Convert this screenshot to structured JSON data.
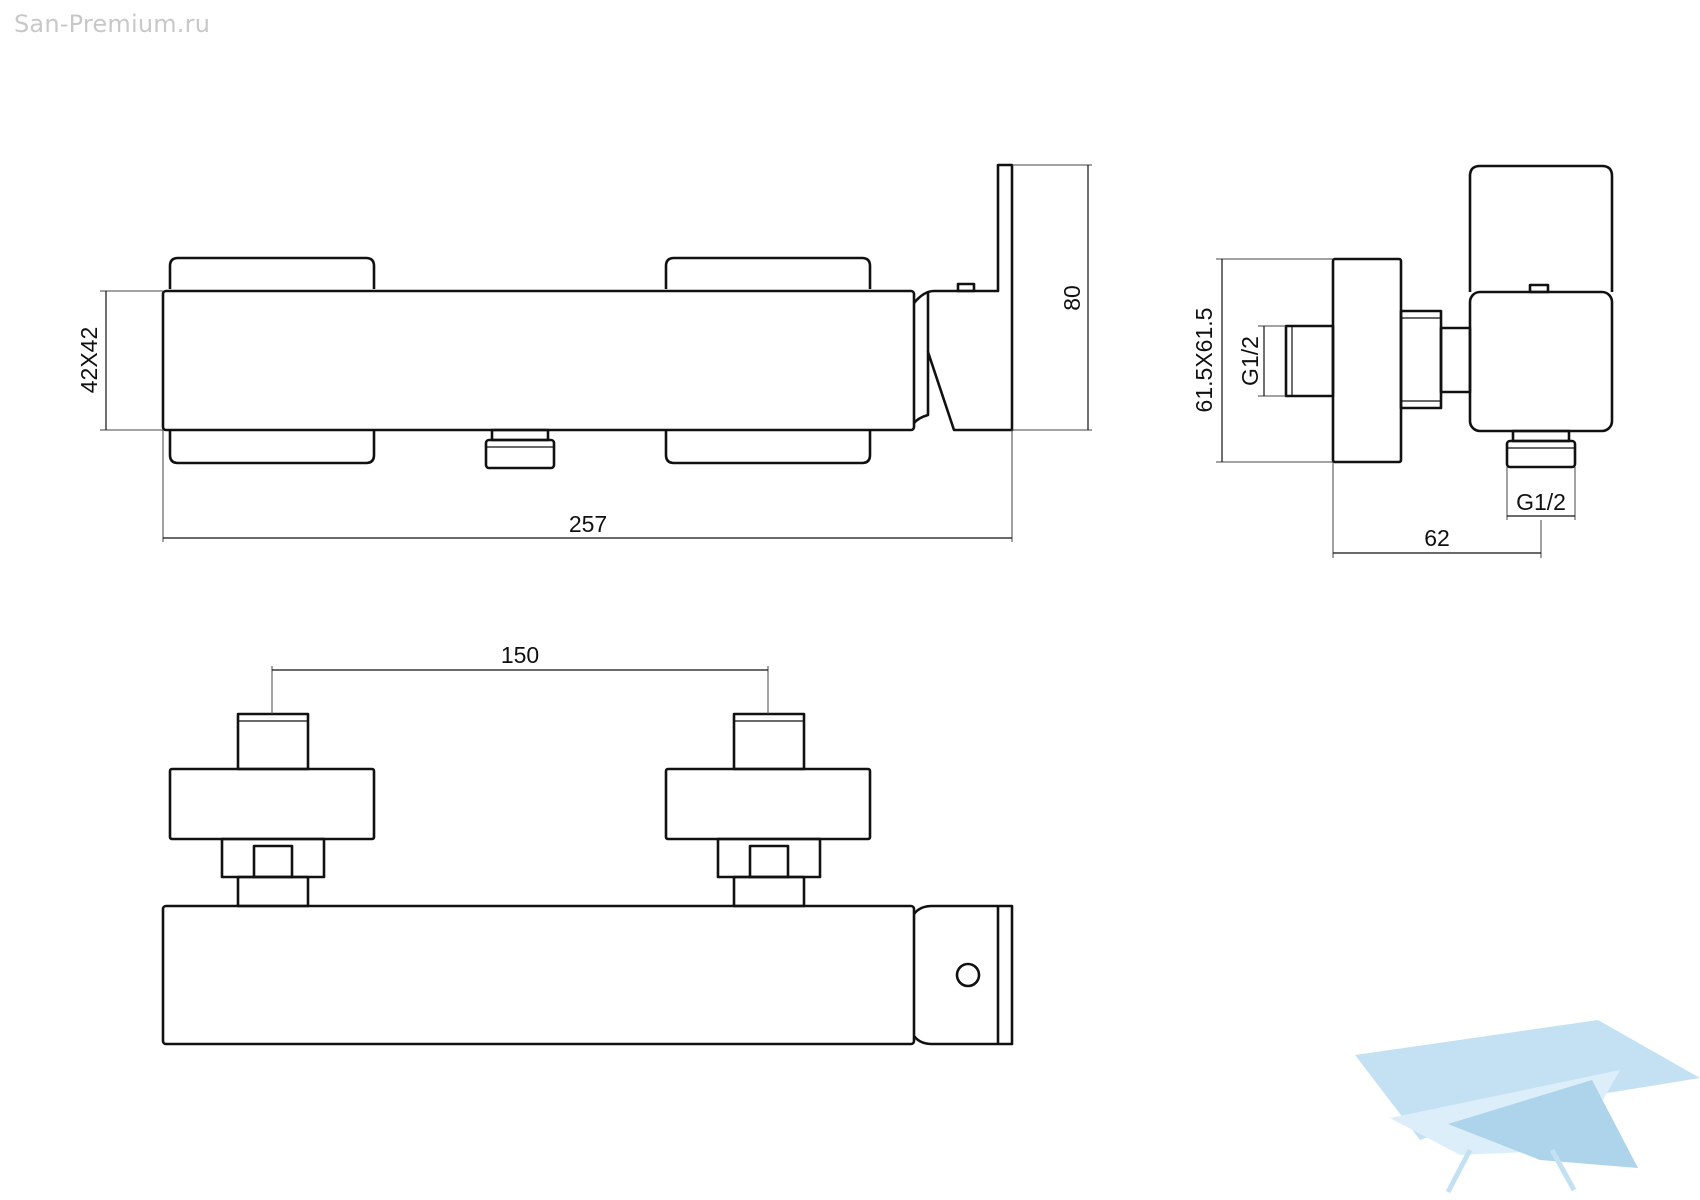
{
  "watermark": {
    "text": "San-Premium.ru"
  },
  "dimensions": {
    "body_section": "42X42",
    "overall_height": "80",
    "overall_length": "257",
    "flange_size": "61.5X61.5",
    "inlet_thread": "G1/2",
    "outlet_thread": "G1/2",
    "projection": "62",
    "inlet_spacing": "150"
  },
  "logo": {
    "name": "bathtub-logo",
    "colors": [
      "#b9dcf0",
      "#d6ecf8",
      "#9fcde8"
    ]
  }
}
